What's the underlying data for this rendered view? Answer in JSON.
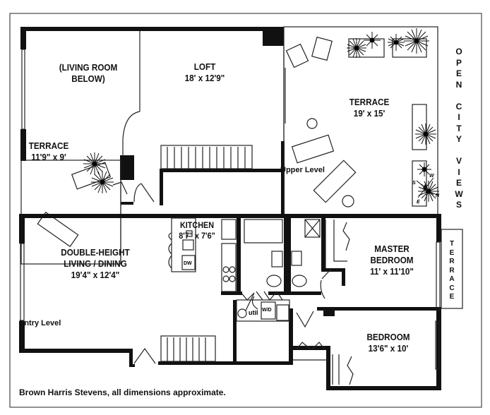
{
  "upper_level": {
    "label": "Upper Level",
    "rooms": [
      {
        "name": "(LIVING ROOM",
        "name2": "BELOW)",
        "dims": ""
      },
      {
        "name": "LOFT",
        "dims": "18' x 12'9\""
      },
      {
        "name": "TERRACE",
        "dims": "19' x 15'"
      },
      {
        "name": "TERRACE",
        "dims": "11'9\" x 9'"
      }
    ],
    "open_city_views": [
      "O",
      "P",
      "E",
      "N",
      "",
      "C",
      "I",
      "T",
      "Y",
      "",
      "V",
      "I",
      "E",
      "W",
      "S"
    ]
  },
  "entry_level": {
    "label": "Entry Level",
    "rooms": [
      {
        "name": "DOUBLE-HEIGHT",
        "name2": "LIVING / DINING",
        "dims": "19'4\" x 12'4\""
      },
      {
        "name": "KITCHEN",
        "dims": "8'7\" x 7'6\""
      },
      {
        "name": "MASTER",
        "name2": "BEDROOM",
        "dims": "11' x 11'10\""
      },
      {
        "name": "BEDROOM",
        "dims": "13'6\" x 10'"
      }
    ],
    "terrace_vertical": [
      "T",
      "E",
      "R",
      "R",
      "A",
      "C",
      "E"
    ],
    "fixtures": {
      "dw": "DW",
      "wd": "W/D",
      "util": "util"
    }
  },
  "compass": {
    "s": "S",
    "w": "W",
    "n": "N",
    "e": "E"
  },
  "footer": "Brown Harris Stevens, all dimensions approximate."
}
